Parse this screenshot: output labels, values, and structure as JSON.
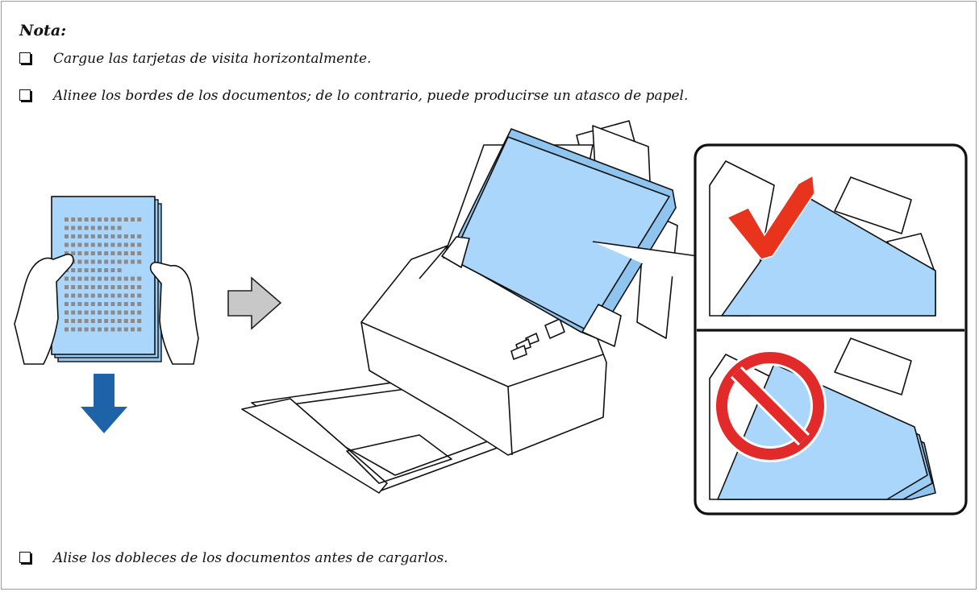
{
  "note": {
    "title": "Nota:",
    "items": [
      "Cargue las tarjetas de visita horizontalmente.",
      "Alinee los bordes de los documentos; de lo contrario, puede producirse un atasco de papel.",
      "Alise los dobleces de los documentos antes de cargarlos."
    ]
  },
  "colors": {
    "paper": "#a9d6fa",
    "arrow_blue": "#1e63a8",
    "arrow_gray": "#c8c8c8",
    "check_red": "#e8341c",
    "prohibit_red": "#e32a2a",
    "outline": "#111111"
  },
  "icons": {
    "correct": "check-mark-icon",
    "incorrect": "prohibited-icon",
    "direction_right": "arrow-right-icon",
    "direction_down": "arrow-down-icon"
  }
}
